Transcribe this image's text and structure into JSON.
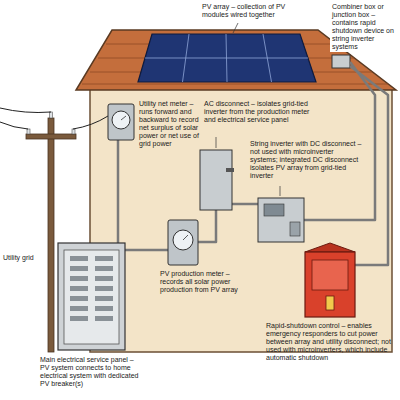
{
  "diagram": {
    "labels": [
      "PV array – collection of PV modules wired together",
      "Combiner box or junction box – contains rapid shutdown device on string inverter systems",
      "Utility net meter – runs forward and backward to record net surplus of solar power or net use of grid power",
      "AC disconnect – isolates grid-tied inverter from the production meter and electrical service panel",
      "Utility grid",
      "String inverter with DC disconnect – not used with microinverter systems; integrated DC disconnect isolates PV array from grid-tied inverter",
      "PV production meter – records all solar power production from PV array",
      "Main electrical service panel – PV system connects to home electrical system with dedicated PV breaker(s)",
      "Rapid-shutdown control – enables emergency responders to cut power between array and utility disconnect; not used with microinverters, which include automatic shutdown"
    ]
  }
}
